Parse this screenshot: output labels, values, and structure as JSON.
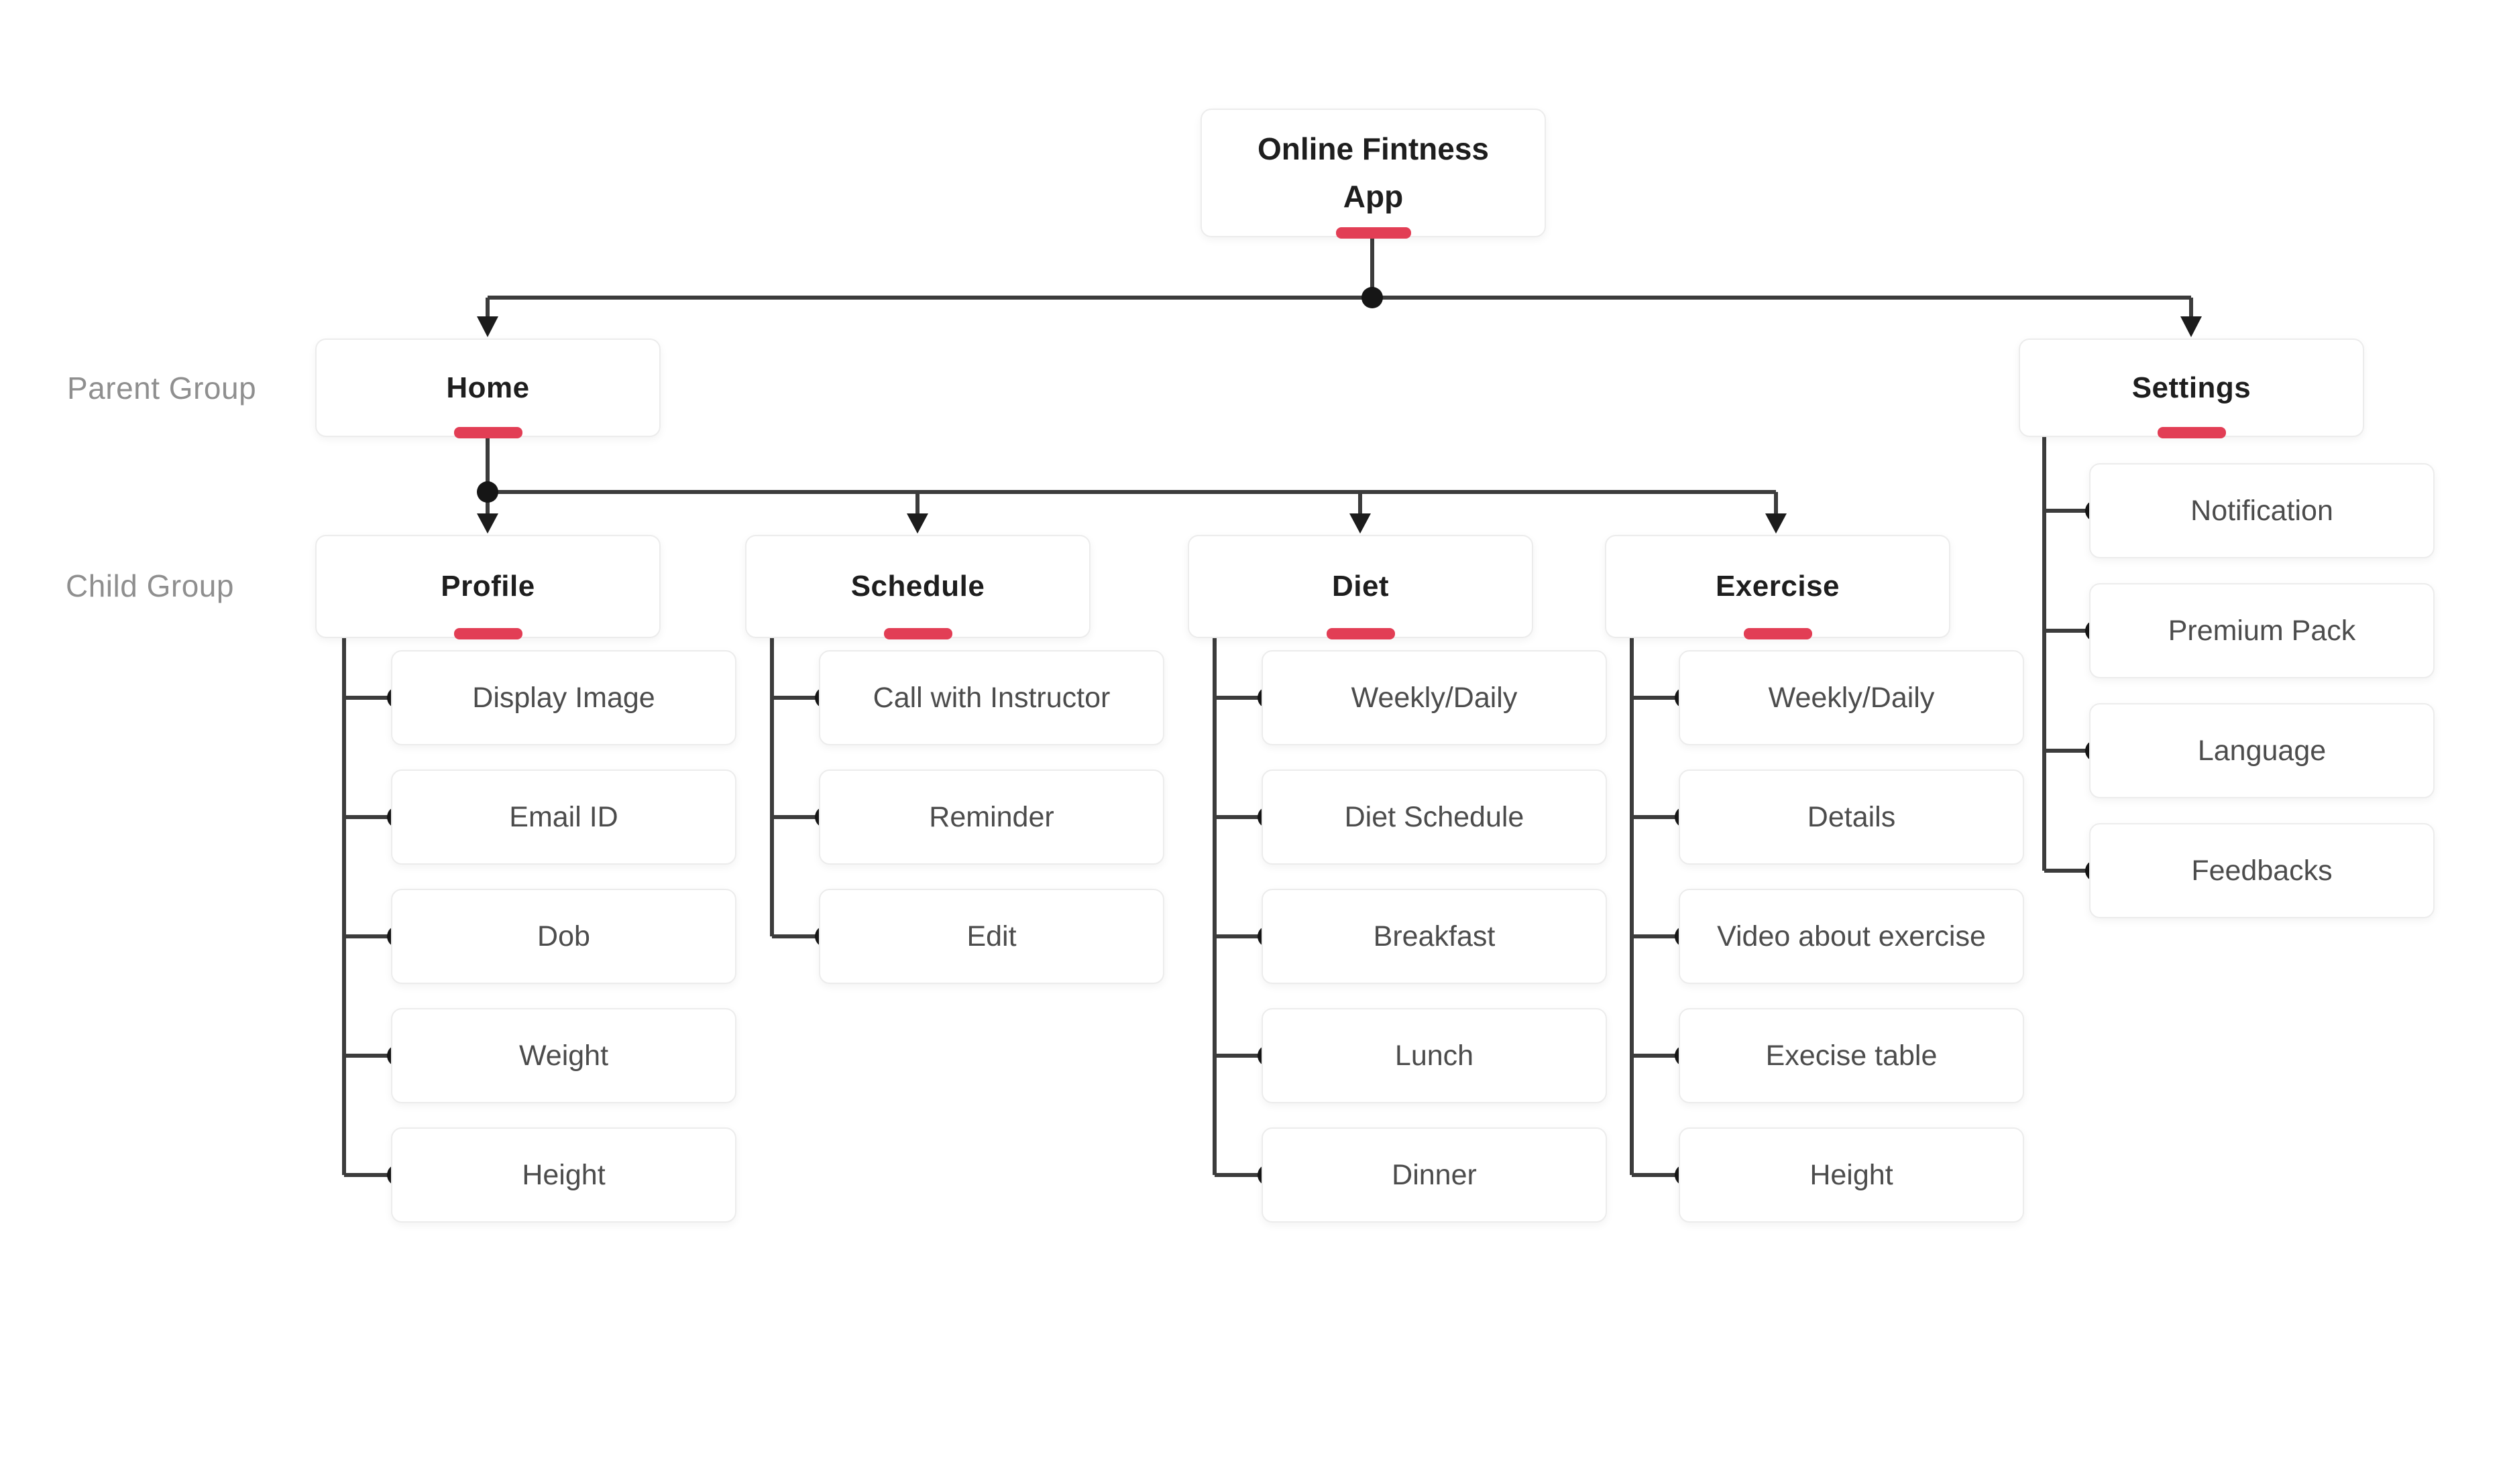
{
  "theme": {
    "accent": "#e23e55",
    "line": "#3c3c3c",
    "ink": "#1e1e1e",
    "leaf": "#4c4c4c",
    "muted": "#8f8f8f",
    "border": "#ececec"
  },
  "sitemap": {
    "root": {
      "line1": "Online Fintness",
      "line2": "App"
    },
    "labels": {
      "parent_group": "Parent Group",
      "child_group": "Child Group"
    },
    "home": {
      "label": "Home",
      "children": [
        {
          "label": "Profile",
          "items": [
            {
              "label": "Display Image"
            },
            {
              "label": "Email ID"
            },
            {
              "label": "Dob"
            },
            {
              "label": "Weight"
            },
            {
              "label": "Height"
            }
          ]
        },
        {
          "label": "Schedule",
          "items": [
            {
              "label": "Call with Instructor"
            },
            {
              "label": "Reminder"
            },
            {
              "label": "Edit"
            }
          ]
        },
        {
          "label": "Diet",
          "items": [
            {
              "label": "Weekly/Daily"
            },
            {
              "label": "Diet Schedule"
            },
            {
              "label": "Breakfast"
            },
            {
              "label": "Lunch"
            },
            {
              "label": "Dinner"
            }
          ]
        },
        {
          "label": "Exercise",
          "items": [
            {
              "label": "Weekly/Daily"
            },
            {
              "label": "Details"
            },
            {
              "label": "Video about exercise"
            },
            {
              "label": "Execise table"
            },
            {
              "label": "Height"
            }
          ]
        }
      ]
    },
    "settings": {
      "label": "Settings",
      "items": [
        {
          "label": "Notification"
        },
        {
          "label": "Premium Pack"
        },
        {
          "label": "Language"
        },
        {
          "label": "Feedbacks"
        }
      ]
    }
  }
}
